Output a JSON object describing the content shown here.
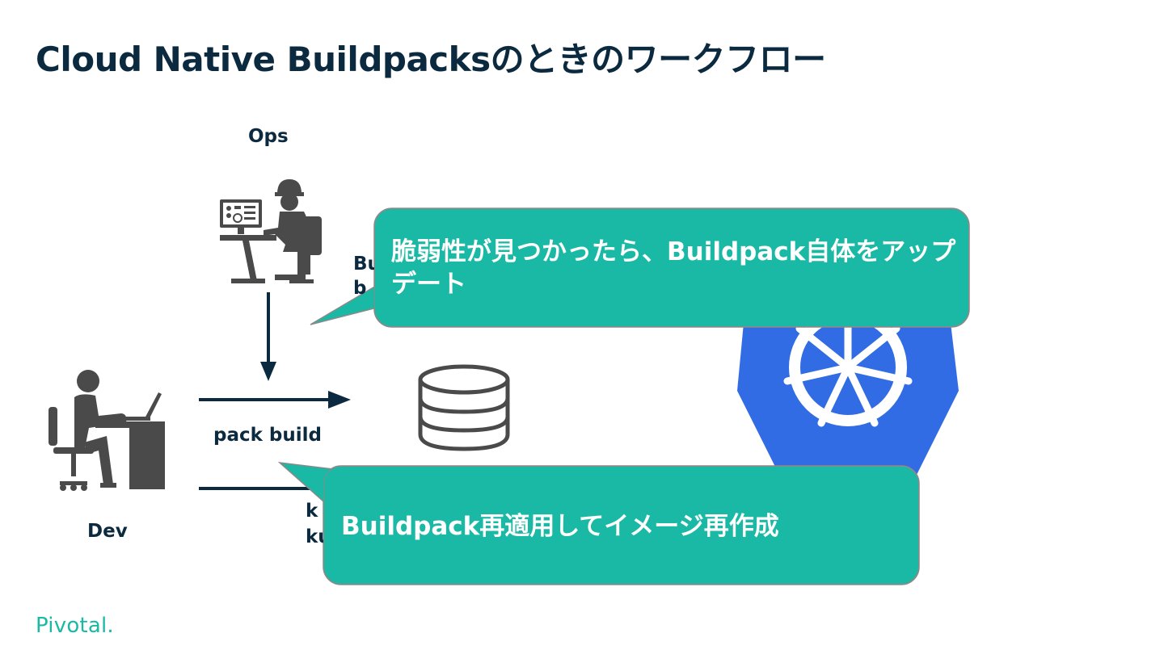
{
  "slide": {
    "title": "Cloud Native Buildpacksのときのワークフロー",
    "brand": "Pivotal."
  },
  "roles": {
    "ops": "Ops",
    "dev": "Dev"
  },
  "commands": {
    "pack_build": "pack build",
    "partial_upper_line1": "Bu",
    "partial_upper_line2": "b",
    "partial_lower_line1": "k",
    "partial_lower_line2": "ku"
  },
  "callouts": {
    "top": "脆弱性が見つかったら、Buildpack自体をアップデート",
    "bottom": "Buildpack再適用してイメージ再作成"
  },
  "icons": {
    "ops": "ops-worker-icon",
    "dev": "developer-icon",
    "registry": "database-icon",
    "platform": "kubernetes-icon"
  },
  "colors": {
    "navy": "#0c2a3f",
    "teal": "#1ab9a5",
    "icon_gray": "#4a4a4a",
    "k8s_blue": "#326ce5"
  }
}
